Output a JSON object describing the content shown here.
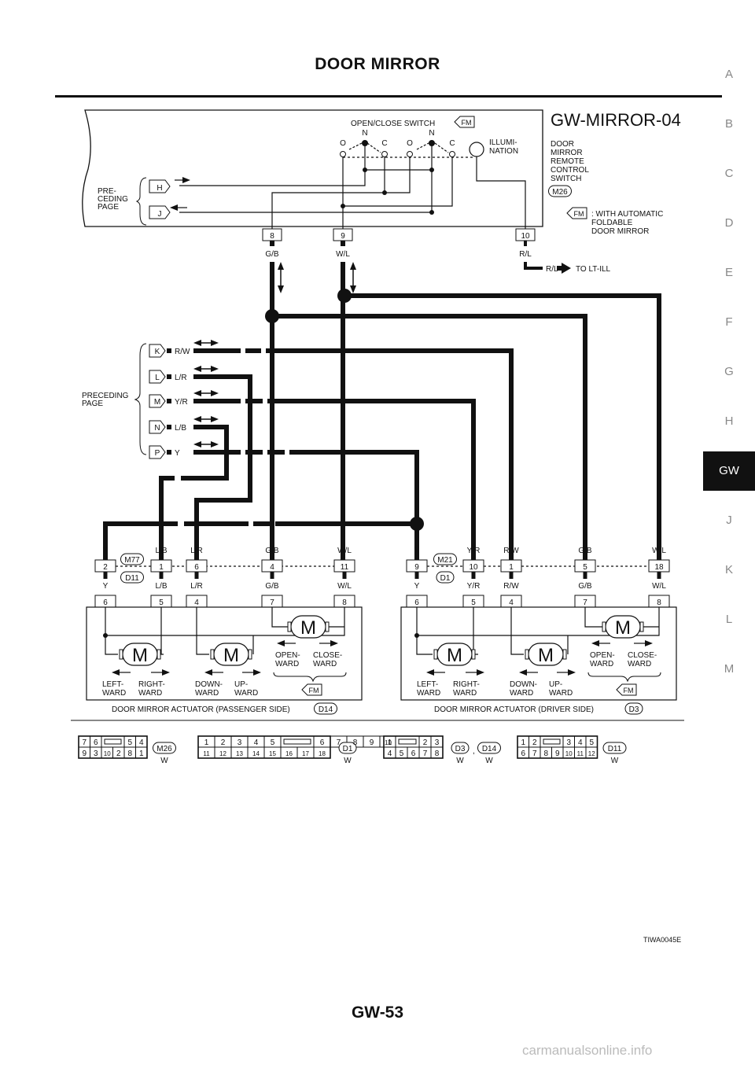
{
  "header": {
    "title": "DOOR MIRROR"
  },
  "side_tabs": [
    {
      "label": "A",
      "active": false
    },
    {
      "label": "B",
      "active": false
    },
    {
      "label": "C",
      "active": false
    },
    {
      "label": "D",
      "active": false
    },
    {
      "label": "E",
      "active": false
    },
    {
      "label": "F",
      "active": false
    },
    {
      "label": "G",
      "active": false
    },
    {
      "label": "H",
      "active": false
    },
    {
      "label": "GW",
      "active": true
    },
    {
      "label": "J",
      "active": false
    },
    {
      "label": "K",
      "active": false
    },
    {
      "label": "L",
      "active": false
    },
    {
      "label": "M",
      "active": false
    }
  ],
  "diagram": {
    "title": "GW-MIRROR-04",
    "switch_label": "OPEN/CLOSE SWITCH",
    "fm": "FM",
    "switch_contacts": [
      "O",
      "N",
      "C",
      "O",
      "N",
      "C"
    ],
    "illumination": [
      "ILLUMI-",
      "NATION"
    ],
    "remote_switch": [
      "DOOR",
      "MIRROR",
      "REMOTE",
      "CONTROL",
      "SWITCH"
    ],
    "remote_switch_connector": "M26",
    "fm_note": [
      ": WITH AUTOMATIC",
      "FOLDABLE",
      "DOOR MIRROR"
    ],
    "preceding_page_top": [
      "PRE-",
      "CEDING",
      "PAGE"
    ],
    "preceding_page_mid": [
      "PRECEDING",
      "PAGE"
    ],
    "terminal_h": "H",
    "terminal_j": "J",
    "switch_pins": [
      "8",
      "9",
      "10"
    ],
    "switch_wires": [
      "G/B",
      "W/L",
      "R/L"
    ],
    "lt_ill": "R/L",
    "lt_ill_label": "TO LT-ILL",
    "preceding_terminals": [
      {
        "id": "K",
        "wire": "R/W"
      },
      {
        "id": "L",
        "wire": "L/R"
      },
      {
        "id": "M",
        "wire": "Y/R"
      },
      {
        "id": "N",
        "wire": "L/B"
      },
      {
        "id": "P",
        "wire": "Y"
      }
    ],
    "passenger": {
      "connector_top": "M77",
      "connector_bottom": "D11",
      "wires": [
        "Y",
        "L/B",
        "L/R",
        "G/B",
        "W/L"
      ],
      "upper_pins": [
        "2",
        "1",
        "6",
        "4",
        "11"
      ],
      "lower_pins": [
        "6",
        "5",
        "4",
        "7",
        "8"
      ],
      "actuator_label": "DOOR MIRROR ACTUATOR (PASSENGER SIDE)",
      "actuator_connector": "D14"
    },
    "driver": {
      "connector_top": "M21",
      "connector_bottom": "D1",
      "wires": [
        "Y",
        "Y/R",
        "R/W",
        "G/B",
        "W/L"
      ],
      "upper_pins": [
        "9",
        "10",
        "1",
        "5",
        "18"
      ],
      "lower_pins": [
        "6",
        "5",
        "4",
        "7",
        "8"
      ],
      "actuator_label": "DOOR MIRROR ACTUATOR (DRIVER SIDE)",
      "actuator_connector": "D3"
    },
    "motor_label": "M",
    "labels_left": [
      "LEFT-",
      "WARD"
    ],
    "labels_right": [
      "RIGHT-",
      "WARD"
    ],
    "labels_down": [
      "DOWN-",
      "WARD"
    ],
    "labels_up": [
      "UP-",
      "WARD"
    ],
    "labels_open": [
      "OPEN-",
      "WARD"
    ],
    "labels_close": [
      "CLOSE-",
      "WARD"
    ],
    "connector_faces": [
      {
        "id": "M26",
        "color": "W",
        "rows": [
          [
            "7",
            "6",
            "",
            "5",
            "4"
          ],
          [
            "9",
            "3",
            "10",
            "2",
            "8",
            "1"
          ]
        ]
      },
      {
        "id": "D1",
        "color": "W",
        "rows": [
          [
            "1",
            "2",
            "3",
            "4",
            "5",
            "",
            "6",
            "7",
            "8",
            "9",
            "10"
          ],
          [
            "11",
            "12",
            "13",
            "14",
            "15",
            "16",
            "17",
            "18"
          ]
        ]
      },
      {
        "id": "D3",
        "id2": "D14",
        "color": "W",
        "color2": "W",
        "sep": ",",
        "rows": [
          [
            "1",
            "",
            "2",
            "3"
          ],
          [
            "4",
            "5",
            "6",
            "7",
            "8"
          ]
        ]
      },
      {
        "id": "D11",
        "color": "W",
        "rows": [
          [
            "1",
            "2",
            "",
            "3",
            "4",
            "5"
          ],
          [
            "6",
            "7",
            "8",
            "9",
            "10",
            "11",
            "12"
          ]
        ]
      }
    ],
    "figure_id": "TIWA0045E"
  },
  "footer": {
    "page_number": "GW-53",
    "watermark": "carmanualsonline.info"
  }
}
